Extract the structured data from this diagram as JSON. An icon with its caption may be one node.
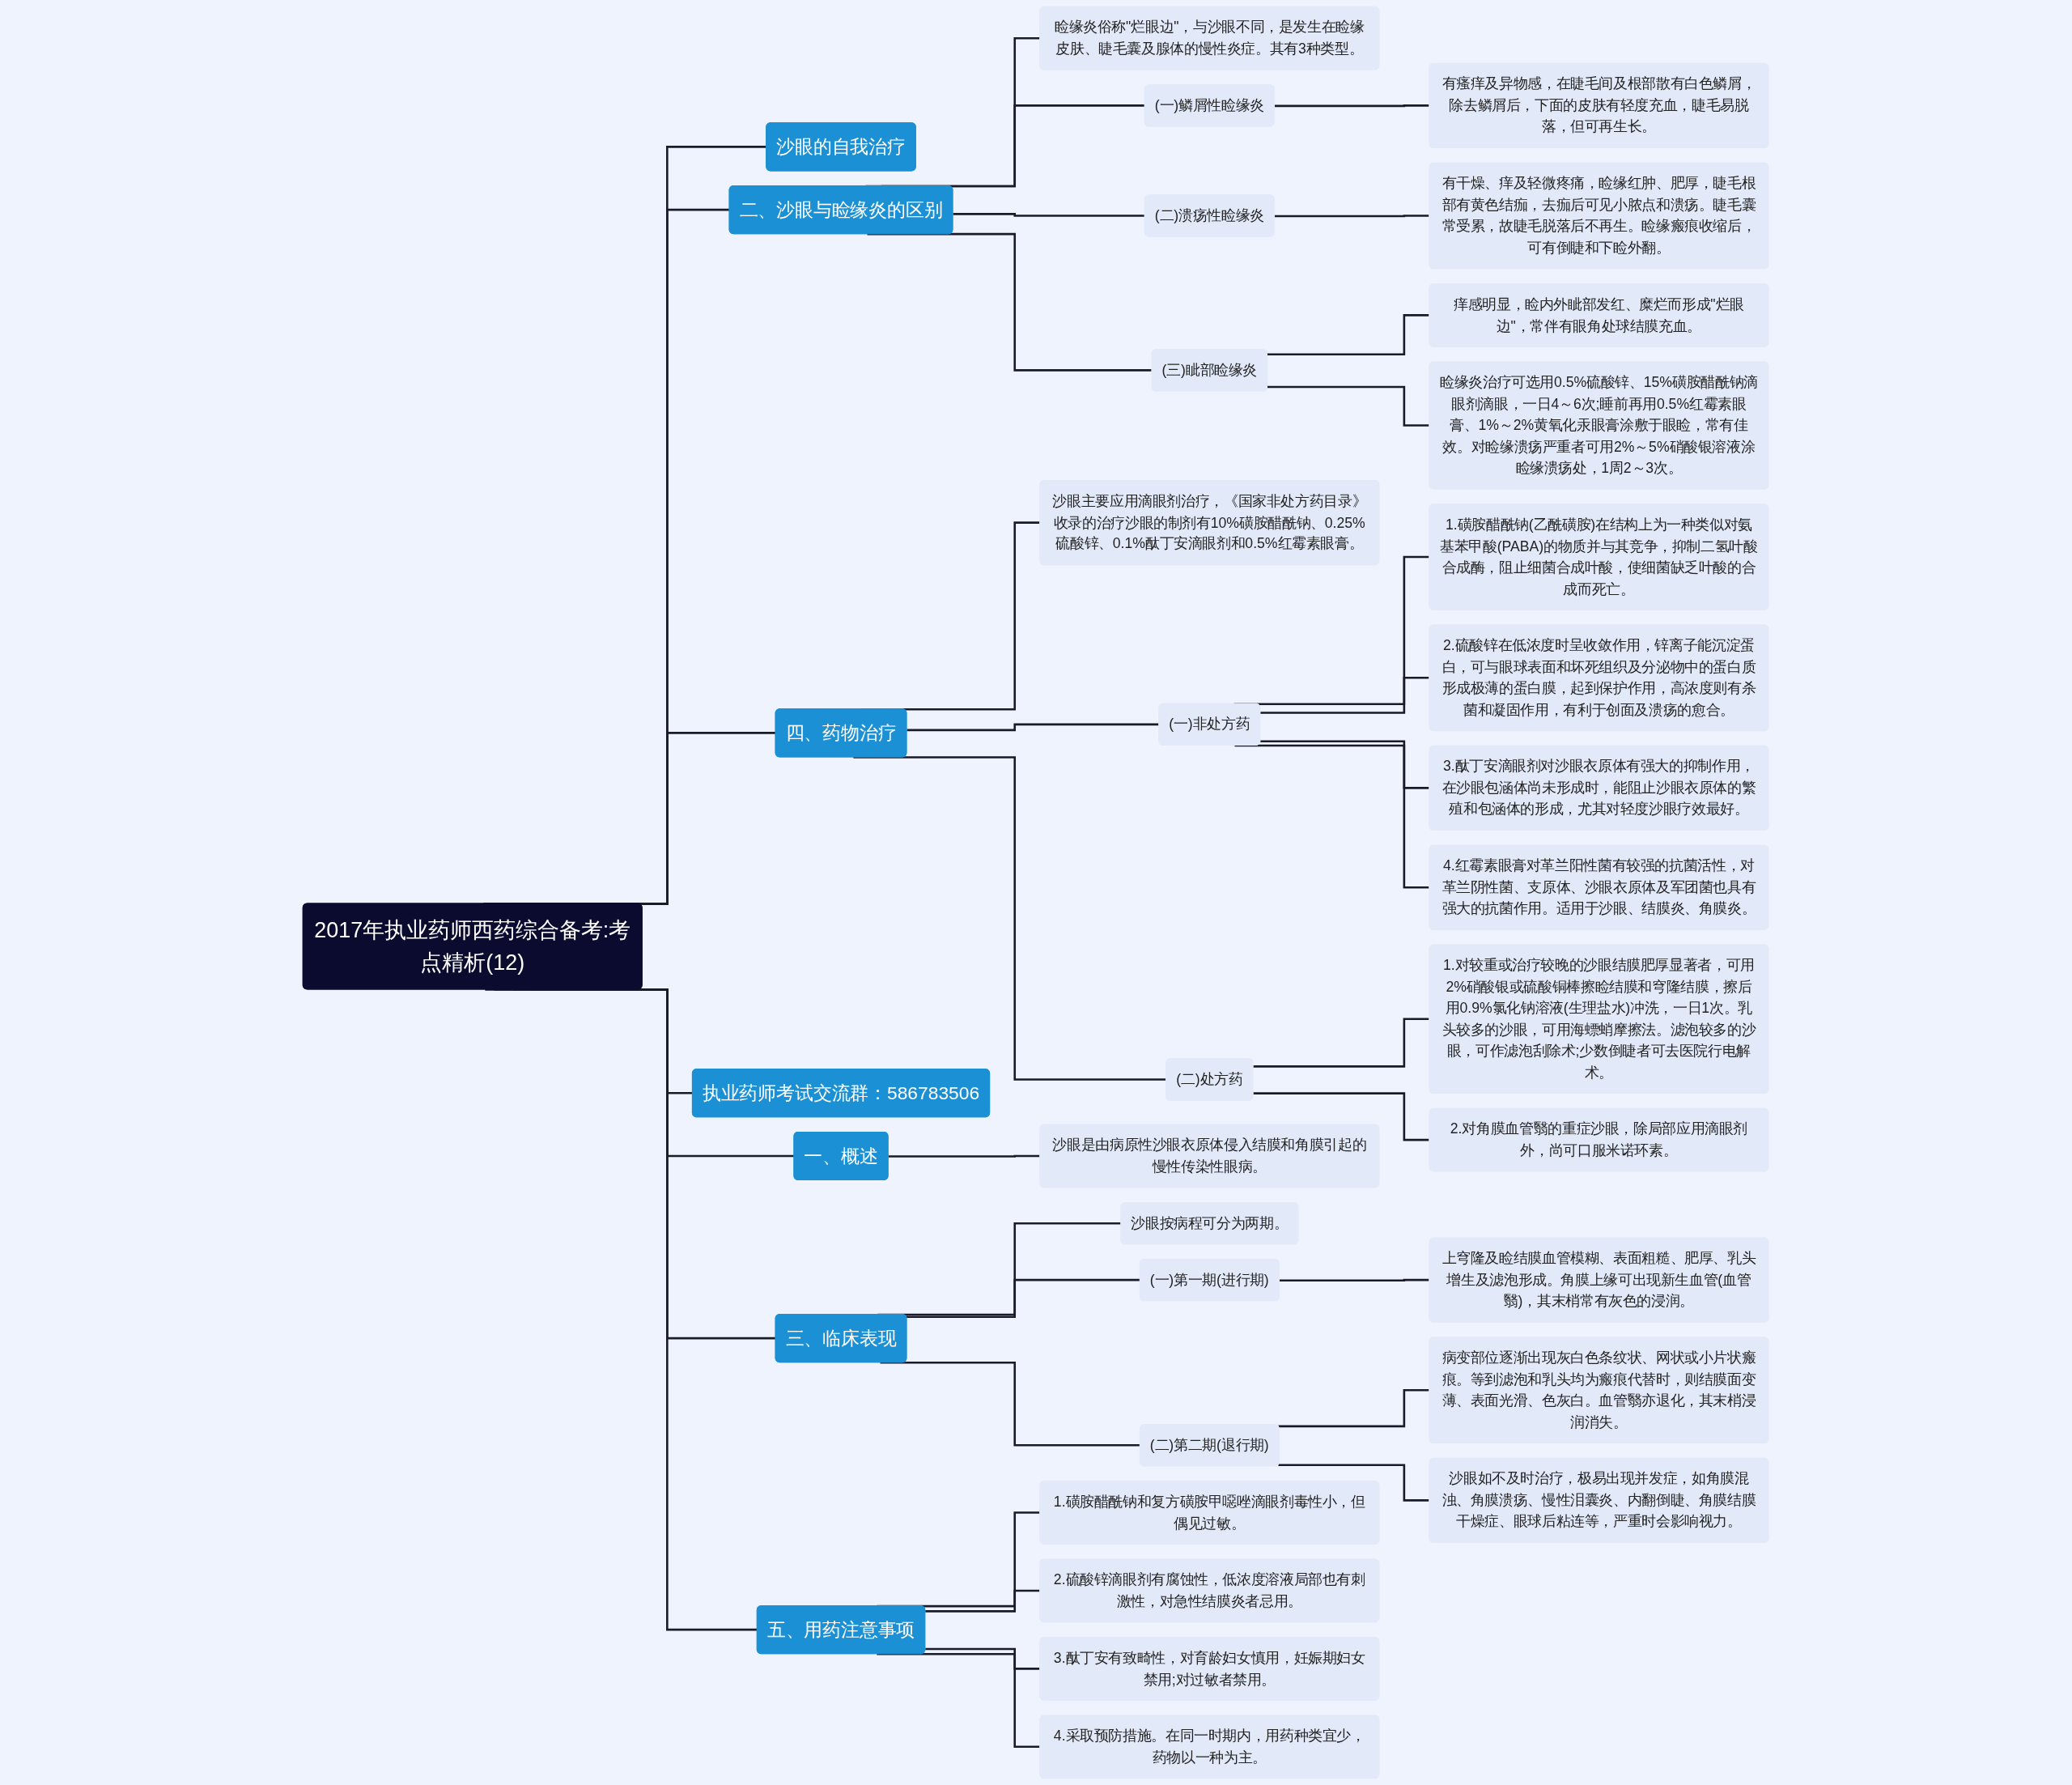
{
  "diagram": {
    "nodes": [
      {
        "text": [
          "2017年执业药师西药综合备考:考点精析(12)"
        ]
      },
      {
        "text": [
          "沙眼的自我治疗"
        ]
      },
      {
        "text": [
          "二、沙眼与睑缘炎的区别"
        ]
      },
      {
        "text": [
          "睑缘炎俗称\"烂眼边\"，与沙眼不同，是发生在睑缘皮肤、睫毛囊及腺体的慢性炎症。其有3种类型。"
        ]
      },
      {
        "text": [
          "(一)鳞屑性睑缘炎"
        ]
      },
      {
        "text": [
          "有瘙痒及异物感，在睫毛间及根部散有白色鳞屑，除去鳞屑后，下面的皮肤有轻度充血，睫毛易脱落，但可再生长。"
        ]
      },
      {
        "text": [
          "(二)溃疡性睑缘炎"
        ]
      },
      {
        "text": [
          "有干燥、痒及轻微疼痛，睑缘红肿、肥厚，睫毛根部有黄色结痂，去痂后可见小脓点和溃疡。睫毛囊常受累，故睫毛脱落后不再生。睑缘瘢痕收缩后，可有倒睫和下睑外翻。"
        ]
      },
      {
        "text": [
          "(三)眦部睑缘炎"
        ]
      },
      {
        "text": [
          "痒感明显，睑内外眦部发红、糜烂而形成\"烂眼边\"，常伴有眼角处球结膜充血。"
        ]
      },
      {
        "text": [
          "睑缘炎治疗可选用0.5%硫酸锌、15%磺胺醋酰钠滴眼剂滴眼，一日4～6次;睡前再用0.5%红霉素眼膏、1%～2%黄氧化汞眼膏涂敷于眼睑，常有佳效。对睑缘溃疡严重者可用2%～5%硝酸银溶液涂睑缘溃疡处，1周2～3次。"
        ]
      },
      {
        "text": [
          "四、药物治疗"
        ]
      },
      {
        "text": [
          "沙眼主要应用滴眼剂治疗，《国家非处方药目录》收录的治疗沙眼的制剂有10%磺胺醋酰钠、0.25%硫酸锌、0.1%酞丁安滴眼剂和0.5%红霉素眼膏。"
        ]
      },
      {
        "text": [
          "(一)非处方药"
        ]
      },
      {
        "text": [
          "1.磺胺醋酰钠(乙酰磺胺)在结构上为一种类似对氨基苯甲酸(PABA)的物质并与其竞争，抑制二氢叶酸合成酶，阻止细菌合成叶酸，使细菌缺乏叶酸的合成而死亡。"
        ]
      },
      {
        "text": [
          "2.硫酸锌在低浓度时呈收敛作用，锌离子能沉淀蛋白，可与眼球表面和坏死组织及分泌物中的蛋白质形成极薄的蛋白膜，起到保护作用，高浓度则有杀菌和凝固作用，有利于创面及溃疡的愈合。"
        ]
      },
      {
        "text": [
          "3.酞丁安滴眼剂对沙眼衣原体有强大的抑制作用，在沙眼包涵体尚未形成时，能阻止沙眼衣原体的繁殖和包涵体的形成，尤其对轻度沙眼疗效最好。"
        ]
      },
      {
        "text": [
          "4.红霉素眼膏对革兰阳性菌有较强的抗菌活性，对革兰阴性菌、支原体、沙眼衣原体及军团菌也具有强大的抗菌作用。适用于沙眼、结膜炎、角膜炎。"
        ]
      },
      {
        "text": [
          "(二)处方药"
        ]
      },
      {
        "text": [
          "1.对较重或治疗较晚的沙眼结膜肥厚显著者，可用2%硝酸银或硫酸铜棒擦睑结膜和穹隆结膜，擦后用0.9%氯化钠溶液(生理盐水)冲洗，一日1次。乳头较多的沙眼，可用海螵蛸摩擦法。滤泡较多的沙眼，可作滤泡刮除术;少数倒睫者可去医院行电解术。"
        ]
      },
      {
        "text": [
          "2.对角膜血管翳的重症沙眼，除局部应用滴眼剂外，尚可口服米诺环素。"
        ]
      },
      {
        "text": [
          "执业药师考试交流群：586783506"
        ]
      },
      {
        "text": [
          "一、概述"
        ]
      },
      {
        "text": [
          "沙眼是由病原性沙眼衣原体侵入结膜和角膜引起的慢性传染性眼病。"
        ]
      },
      {
        "text": [
          "三、临床表现"
        ]
      },
      {
        "text": [
          "沙眼按病程可分为两期。"
        ]
      },
      {
        "text": [
          "(一)第一期(进行期)"
        ]
      },
      {
        "text": [
          "上穹隆及睑结膜血管模糊、表面粗糙、肥厚、乳头增生及滤泡形成。角膜上缘可出现新生血管(血管翳)，其末梢常有灰色的浸润。"
        ]
      },
      {
        "text": [
          "(二)第二期(退行期)"
        ]
      },
      {
        "text": [
          "病变部位逐渐出现灰白色条纹状、网状或小片状瘢痕。等到滤泡和乳头均为瘢痕代替时，则结膜面变薄、表面光滑、色灰白。血管翳亦退化，其末梢浸润消失。"
        ]
      },
      {
        "text": [
          "沙眼如不及时治疗，极易出现并发症，如角膜混浊、角膜溃疡、慢性泪囊炎、内翻倒睫、角膜结膜干燥症、眼球后粘连等，严重时会影响视力。"
        ]
      },
      {
        "text": [
          "五、用药注意事项"
        ]
      },
      {
        "text": [
          "1.磺胺醋酰钠和复方磺胺甲噁唑滴眼剂毒性小，但偶见过敏。"
        ]
      },
      {
        "text": [
          "2.硫酸锌滴眼剂有腐蚀性，低浓度溶液局部也有刺激性，对急性结膜炎者忌用。"
        ]
      },
      {
        "text": [
          "3.酞丁安有致畸性，对育龄妇女慎用，妊娠期妇女禁用;对过敏者禁用。"
        ]
      },
      {
        "text": [
          "4.采取预防措施。在同一时期内，用药种类宜少，药物以一种为主。"
        ]
      }
    ],
    "edges": [
      {
        "from": 0,
        "to": 1,
        "arrow": "none"
      },
      {
        "from": 0,
        "to": 2,
        "arrow": "none"
      },
      {
        "from": 2,
        "to": 3,
        "arrow": "none"
      },
      {
        "from": 2,
        "to": 4,
        "arrow": "none"
      },
      {
        "from": 4,
        "to": 5,
        "arrow": "none"
      },
      {
        "from": 2,
        "to": 6,
        "arrow": "none"
      },
      {
        "from": 6,
        "to": 7,
        "arrow": "none"
      },
      {
        "from": 2,
        "to": 8,
        "arrow": "none"
      },
      {
        "from": 8,
        "to": 9,
        "arrow": "none"
      },
      {
        "from": 8,
        "to": 10,
        "arrow": "none"
      },
      {
        "from": 0,
        "to": 11,
        "arrow": "none"
      },
      {
        "from": 11,
        "to": 12,
        "arrow": "none"
      },
      {
        "from": 11,
        "to": 13,
        "arrow": "none"
      },
      {
        "from": 13,
        "to": 14,
        "arrow": "none"
      },
      {
        "from": 13,
        "to": 15,
        "arrow": "none"
      },
      {
        "from": 13,
        "to": 16,
        "arrow": "none"
      },
      {
        "from": 13,
        "to": 17,
        "arrow": "none"
      },
      {
        "from": 11,
        "to": 18,
        "arrow": "none"
      },
      {
        "from": 18,
        "to": 19,
        "arrow": "none"
      },
      {
        "from": 18,
        "to": 20,
        "arrow": "none"
      },
      {
        "from": 0,
        "to": 21,
        "arrow": "none"
      },
      {
        "from": 0,
        "to": 22,
        "arrow": "none"
      },
      {
        "from": 22,
        "to": 23,
        "arrow": "none"
      },
      {
        "from": 0,
        "to": 24,
        "arrow": "none"
      },
      {
        "from": 24,
        "to": 25,
        "arrow": "none"
      },
      {
        "from": 24,
        "to": 26,
        "arrow": "none"
      },
      {
        "from": 26,
        "to": 27,
        "arrow": "none"
      },
      {
        "from": 24,
        "to": 28,
        "arrow": "none"
      },
      {
        "from": 28,
        "to": 29,
        "arrow": "none"
      },
      {
        "from": 28,
        "to": 30,
        "arrow": "none"
      },
      {
        "from": 0,
        "to": 31,
        "arrow": "none"
      },
      {
        "from": 31,
        "to": 32,
        "arrow": "none"
      },
      {
        "from": 31,
        "to": 33,
        "arrow": "none"
      },
      {
        "from": 31,
        "to": 34,
        "arrow": "none"
      },
      {
        "from": 31,
        "to": 35,
        "arrow": "none"
      }
    ]
  }
}
